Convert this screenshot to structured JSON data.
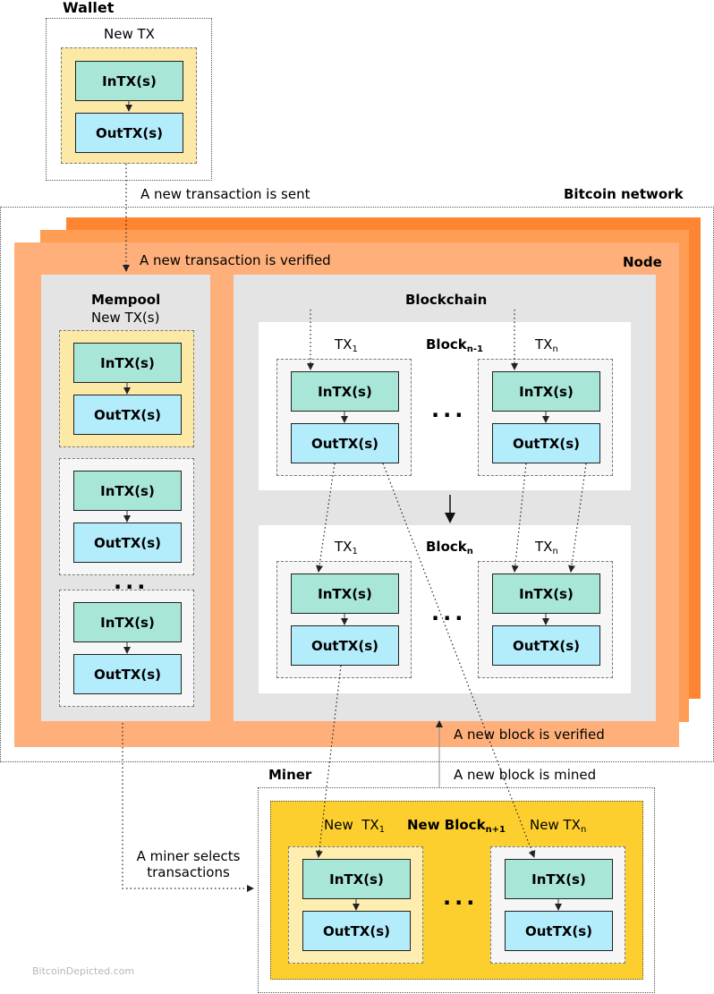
{
  "colors": {
    "network_layer_dark": "#ff8533",
    "network_layer_mid": "#ff9d55",
    "node_bg": "#ffb07a",
    "panel_gray": "#e4e4e4",
    "tx_new_yellow": "#fde9a6",
    "tx_gray": "#f6f6f6",
    "miner_block": "#fdcf2e",
    "miner_tx_light": "#fdeeb0",
    "intx": "#a8e6d8",
    "outtx": "#b3ecfb"
  },
  "wallet": {
    "title": "Wallet",
    "tx_label": "New TX"
  },
  "labels": {
    "intx": "InTX(s)",
    "outtx": "OutTX(s)",
    "ellipsis": "...",
    "tx_prefix": "TX",
    "tx_sub_1": "1",
    "tx_sub_n": "n",
    "new_prefix": "New"
  },
  "network": {
    "title": "Bitcoin network"
  },
  "node": {
    "title": "Node"
  },
  "mempool": {
    "title": "Mempool",
    "subtitle": "New TX(s)"
  },
  "blockchain": {
    "title": "Blockchain",
    "block_prev": {
      "name": "Block",
      "sub": "n-1"
    },
    "block_curr": {
      "name": "Block",
      "sub": "n"
    }
  },
  "miner": {
    "title": "Miner",
    "new_block": {
      "name": "New Block",
      "sub": "n+1"
    }
  },
  "annotations": {
    "tx_sent": "A new transaction is sent",
    "tx_verified": "A new transaction is verified",
    "block_verified": "A new block is verified",
    "block_mined": "A new block is mined",
    "miner_selects_1": "A miner selects",
    "miner_selects_2": "transactions"
  },
  "watermark": "BitcoinDepicted.com"
}
